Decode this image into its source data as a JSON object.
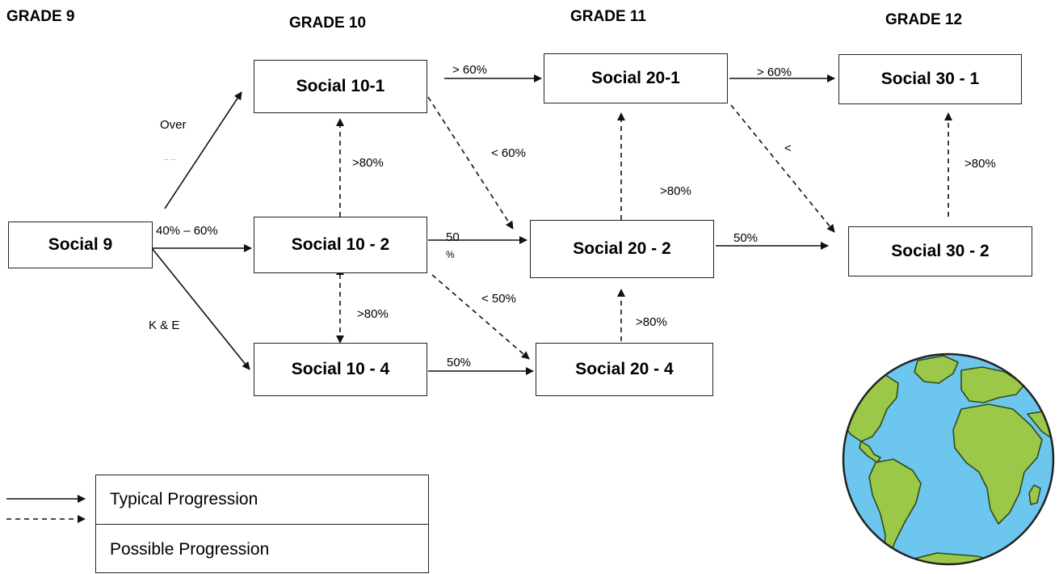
{
  "grades": {
    "g9": "GRADE 9",
    "g10": "GRADE 10",
    "g11": "GRADE 11",
    "g12": "GRADE 12"
  },
  "courses": {
    "social_9": "Social 9",
    "social_10_1": "Social 10-1",
    "social_10_2": "Social 10 - 2",
    "social_10_4": "Social 10 - 4",
    "social_20_1": "Social 20-1",
    "social_20_2": "Social 20 - 2",
    "social_20_4": "Social 20 - 4",
    "social_30_1": "Social 30 - 1",
    "social_30_2": "Social 30 - 2"
  },
  "labels": {
    "over": "Over",
    "over_trunc": "·· ··",
    "range_40_60": "40% – 60%",
    "k_and_e": "K & E",
    "gt80_a": ">80%",
    "gt80_b": ">80%",
    "gt80_c": ">80%",
    "gt80_d": ">80%",
    "gt80_e": ">80%",
    "gt60_a": "> 60%",
    "gt60_b": "> 60%",
    "lt60": "< 60%",
    "lt50": "< 50%",
    "fifty_a": "50",
    "fifty_a_sub": "%",
    "fifty_b": "50%",
    "fifty_c": "50%",
    "lt_trunc": "<"
  },
  "legend": {
    "typical": "Typical Progression",
    "possible": "Possible Progression"
  },
  "colors": {
    "ocean": "#6cc6ee",
    "land": "#9bc848",
    "outline": "#222222"
  }
}
